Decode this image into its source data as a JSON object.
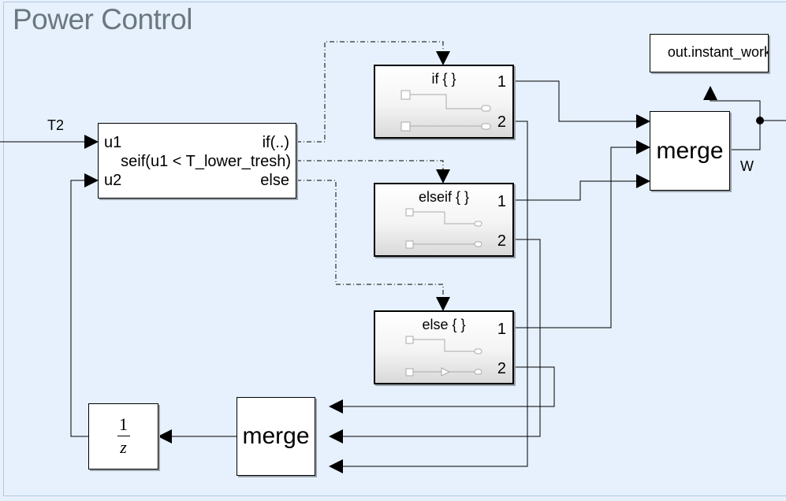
{
  "title": "Power Control",
  "if_block": {
    "in1": "u1",
    "in2": "u2",
    "condition": "seif(u1 < T_lower_tresh)",
    "out_if": "if(..)",
    "out_else": "else"
  },
  "signal_in": "T2",
  "signal_out": "W",
  "subsystems": [
    {
      "label": "if { }",
      "out1": "1",
      "out2": "2"
    },
    {
      "label": "elseif { }",
      "out1": "1",
      "out2": "2"
    },
    {
      "label": "else { }",
      "out1": "1",
      "out2": "2"
    }
  ],
  "merge_top": "merge",
  "merge_bottom": "merge",
  "delay": {
    "numerator": "1",
    "denominator": "z"
  },
  "output_block": "out.instant_work",
  "colors": {
    "background": "#e6f1fd",
    "title": "#6b7880",
    "frame": "#b4c8e0"
  }
}
